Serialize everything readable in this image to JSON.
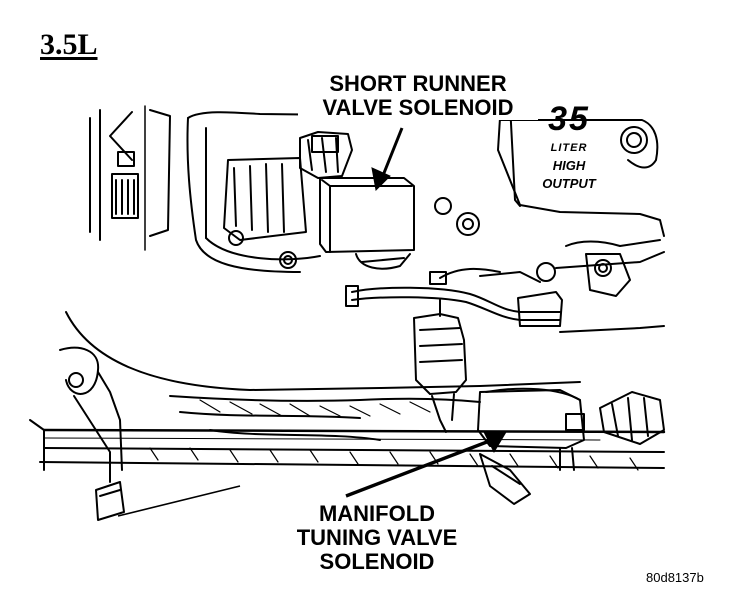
{
  "engine_label": "3.5L",
  "callouts": {
    "short_runner": [
      "SHORT RUNNER",
      "VALVE SOLENOID"
    ],
    "manifold_tuning": [
      "MANIFOLD",
      "TUNING VALVE",
      "SOLENOID"
    ]
  },
  "badge": {
    "big": "35",
    "liter": "LITER",
    "high": "HIGH",
    "output": "OUTPUT"
  },
  "figure_code": "80d8137b"
}
